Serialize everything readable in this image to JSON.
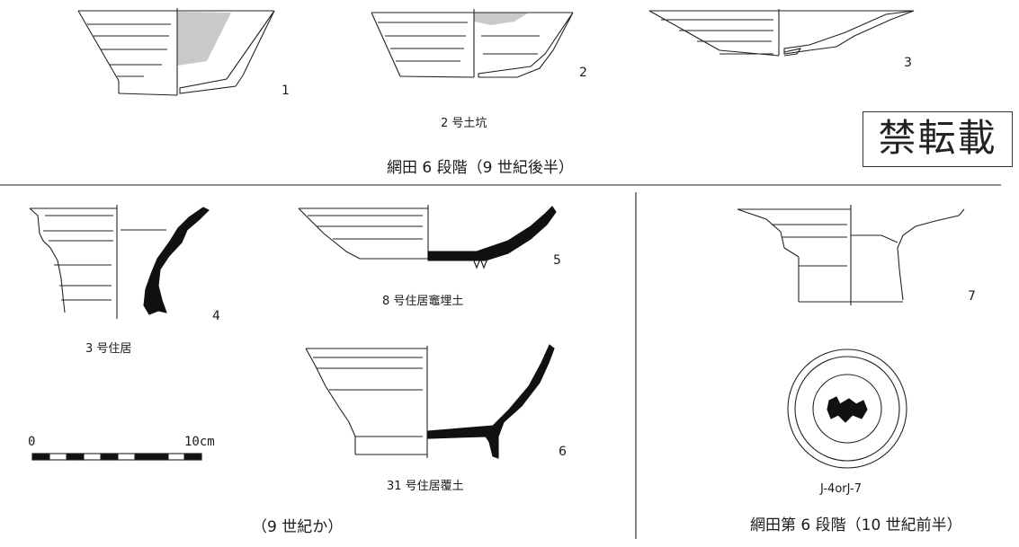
{
  "stamp_text": "禁転載",
  "top_section": {
    "group_label": "2 号土坑",
    "caption": "網田 6 段階（9 世紀後半）",
    "figure_numbers": [
      "1",
      "2",
      "3"
    ]
  },
  "left_section": {
    "figure_numbers": [
      "4",
      "5",
      "6"
    ],
    "labels": {
      "fig4": "3 号住居",
      "fig5": "8 号住居竈埋土",
      "fig6": "31 号住居覆土"
    },
    "caption": "（9 世紀か）"
  },
  "right_section": {
    "figure_number": "7",
    "base_label": "J-4orJ-7",
    "caption": "網田第 6 段階（10 世紀前半）"
  },
  "scale_bar": {
    "start_label": "0",
    "end_label": "10cm"
  },
  "colors": {
    "line": "#222222",
    "shade": "#c9c9c9",
    "fill": "#111111"
  }
}
